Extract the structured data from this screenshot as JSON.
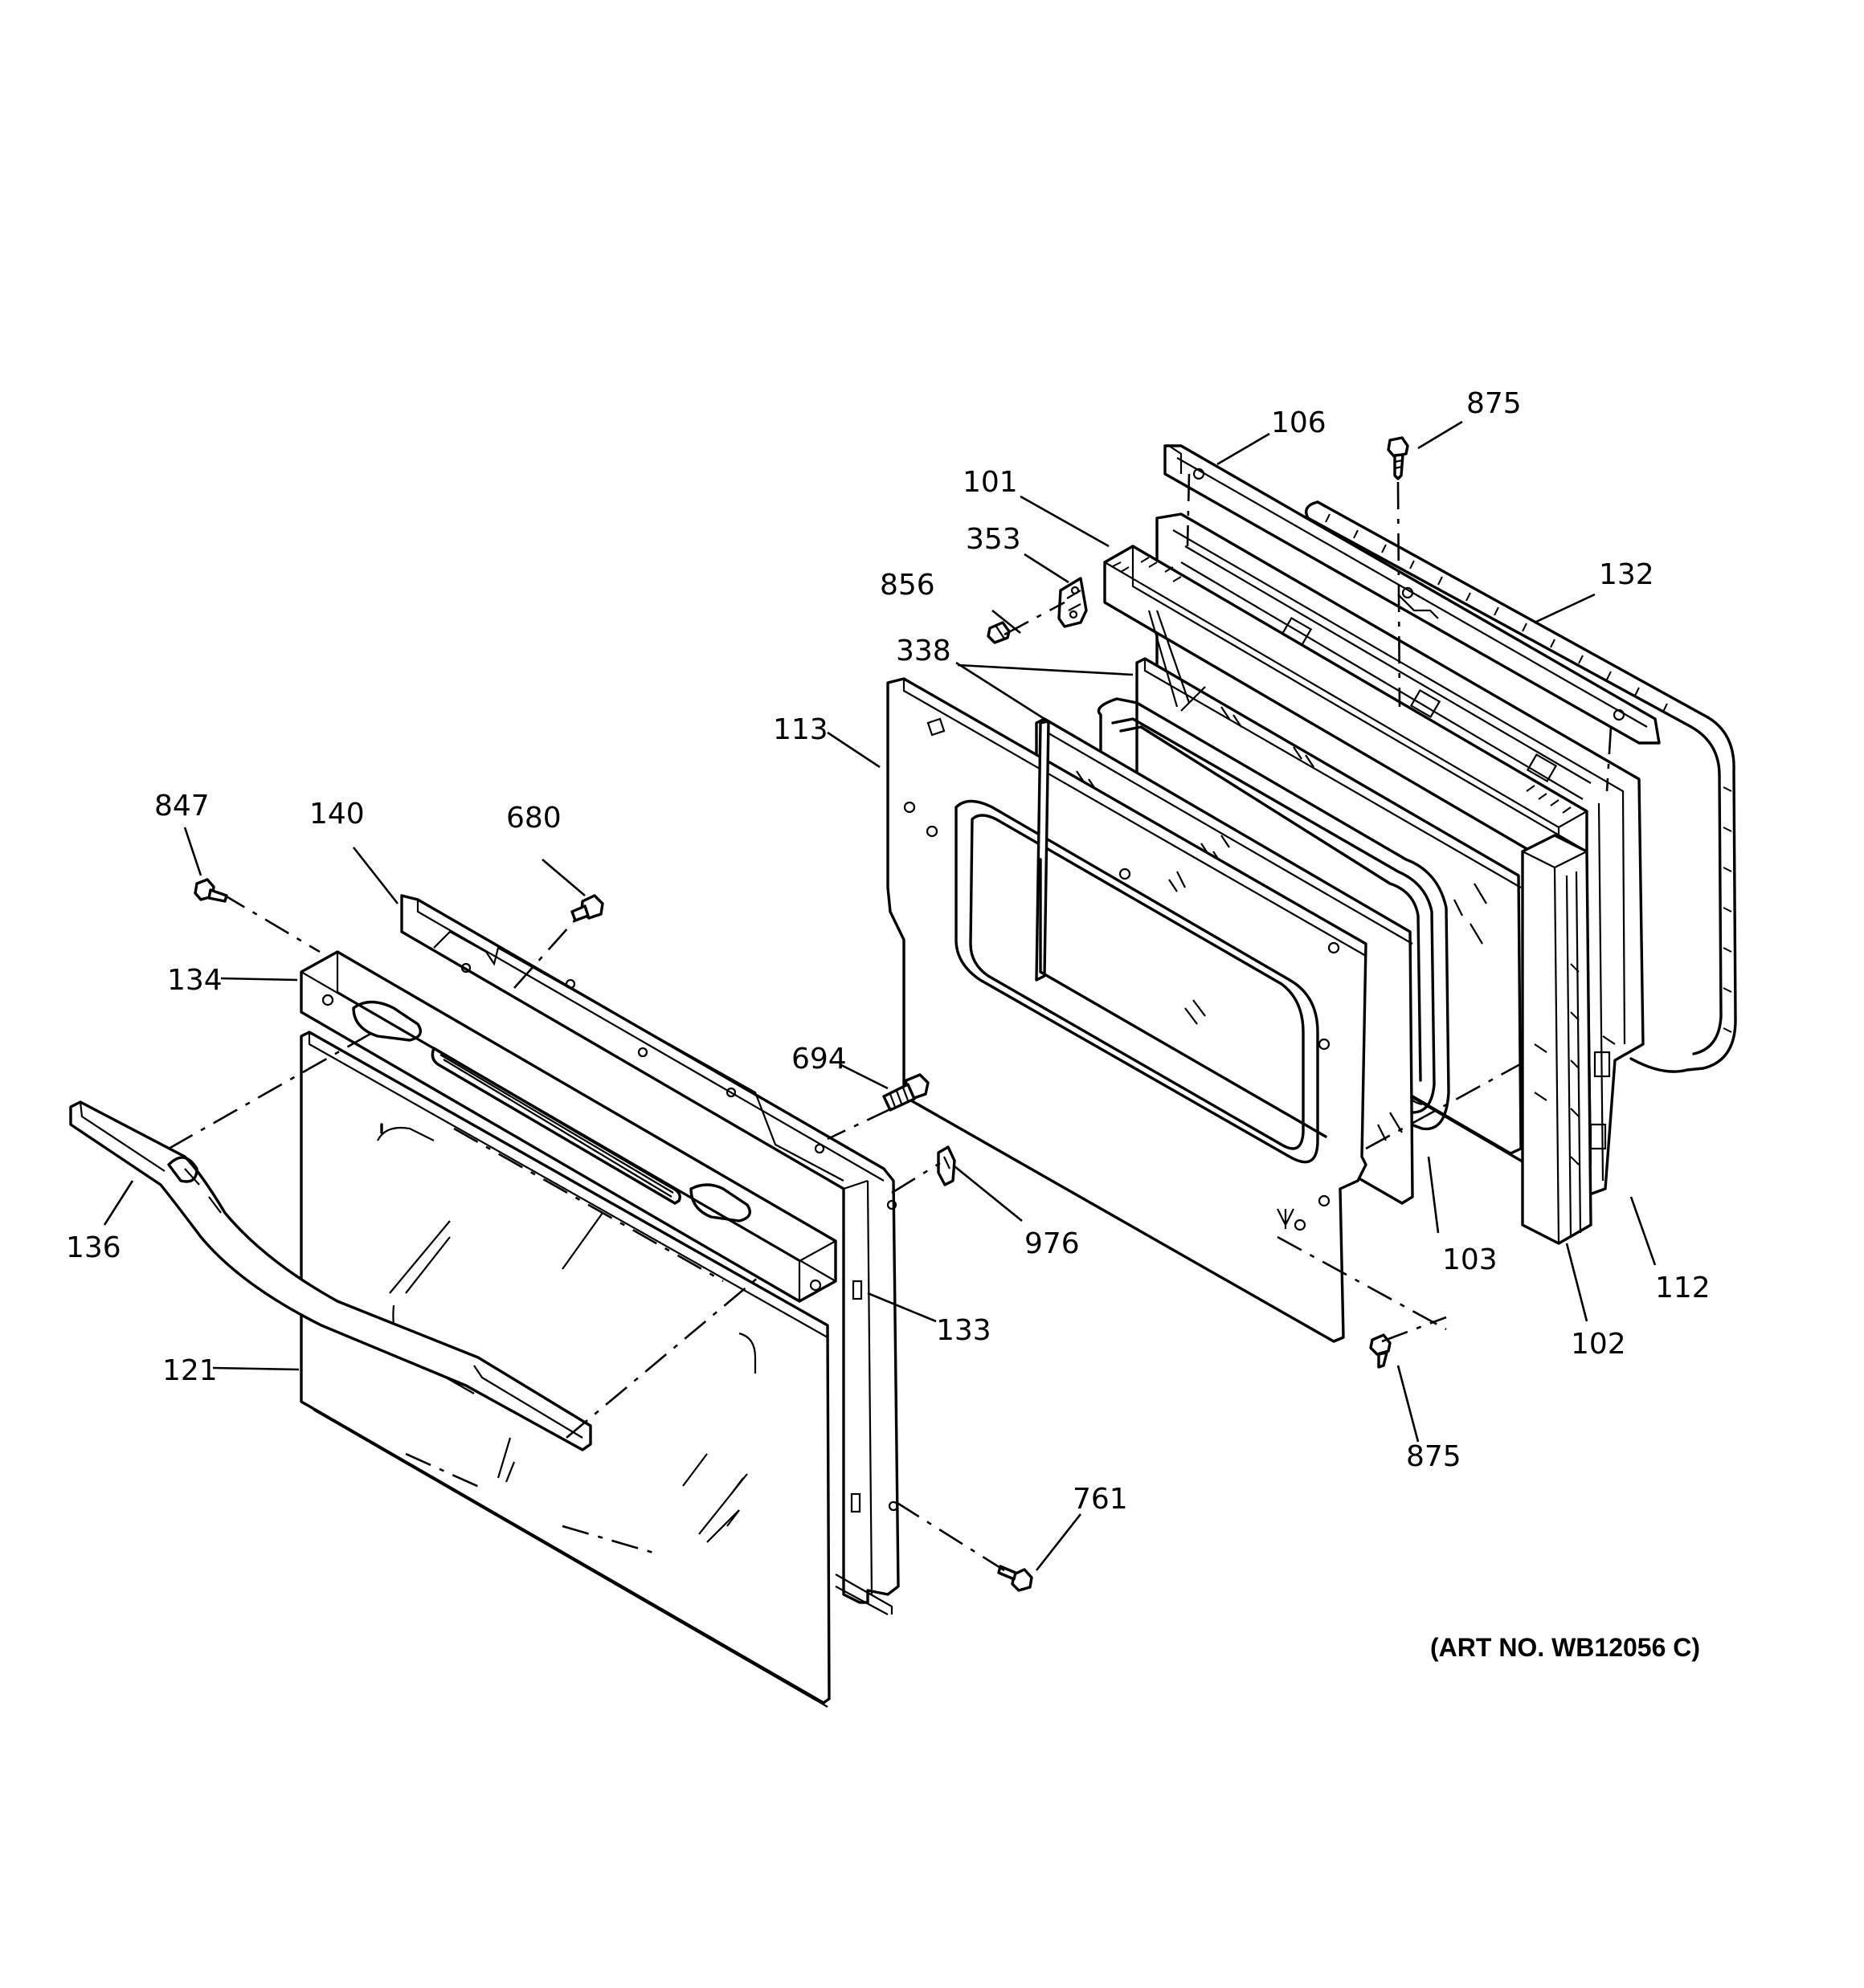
{
  "callouts": {
    "c106": "106",
    "c875_top": "875",
    "c101": "101",
    "c353": "353",
    "c132": "132",
    "c856": "856",
    "c338": "338",
    "c113": "113",
    "c847": "847",
    "c140": "140",
    "c680": "680",
    "c134": "134",
    "c694": "694",
    "c136": "136",
    "c976": "976",
    "c103": "103",
    "c112": "112",
    "c133": "133",
    "c102": "102",
    "c121": "121",
    "c875_bottom": "875",
    "c761": "761"
  },
  "art_number": "(ART NO. WB12056 C)"
}
